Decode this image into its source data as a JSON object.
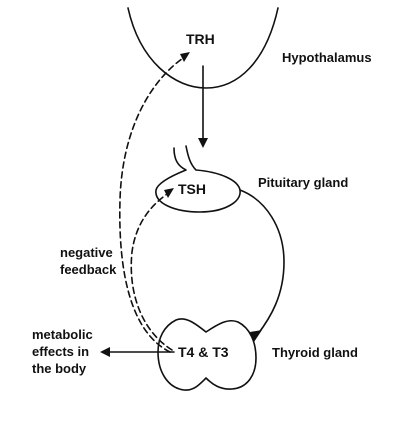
{
  "nodes": {
    "trh": "TRH",
    "tsh": "TSH",
    "t4t3": "T4 & T3"
  },
  "organs": {
    "hypothalamus": "Hypothalamus",
    "pituitary": "Pituitary gland",
    "thyroid": "Thyroid gland"
  },
  "labels": {
    "feedback": [
      "negative",
      "feedback"
    ],
    "effects": [
      "metabolic",
      "effects in",
      "the body"
    ]
  },
  "colors": {
    "ink": "#111111",
    "background": "#ffffff"
  }
}
